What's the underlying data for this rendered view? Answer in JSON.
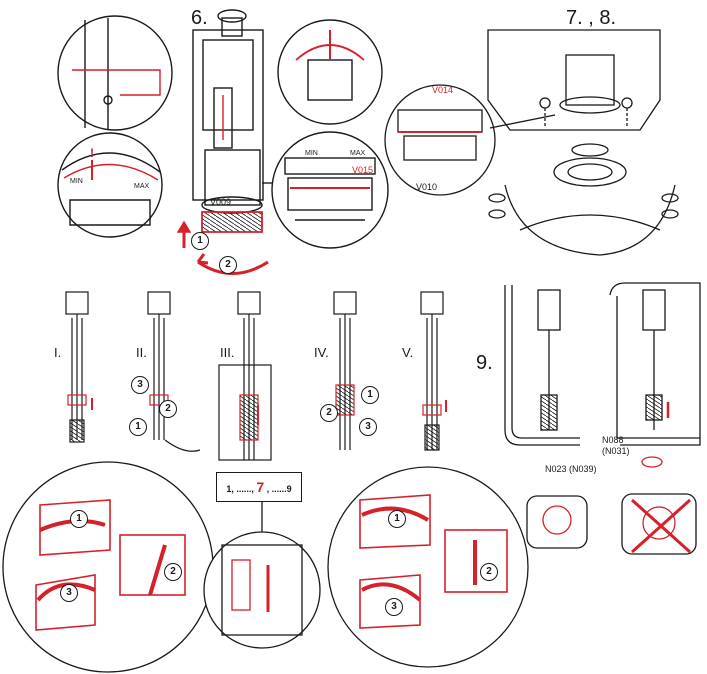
{
  "steps": {
    "step6": "6.",
    "step78": "7. , 8.",
    "step9": "9."
  },
  "roman": [
    "I.",
    "II.",
    "III.",
    "IV.",
    "V."
  ],
  "codes": {
    "v009": "V009",
    "v010": "V010",
    "v014": "V014",
    "v015": "V015",
    "n088": "N088",
    "n031": "(N031)",
    "n023": "N023 (N039)"
  },
  "gauge": {
    "min": "MIN",
    "max": "MAX"
  },
  "sequence": {
    "start": "1, ......,",
    "highlight": "7",
    "end": ", ......9"
  },
  "markers": [
    "1",
    "2",
    "3"
  ],
  "colors": {
    "accent": "#d6202a",
    "ink": "#1a1a1a",
    "background": "#ffffff"
  }
}
